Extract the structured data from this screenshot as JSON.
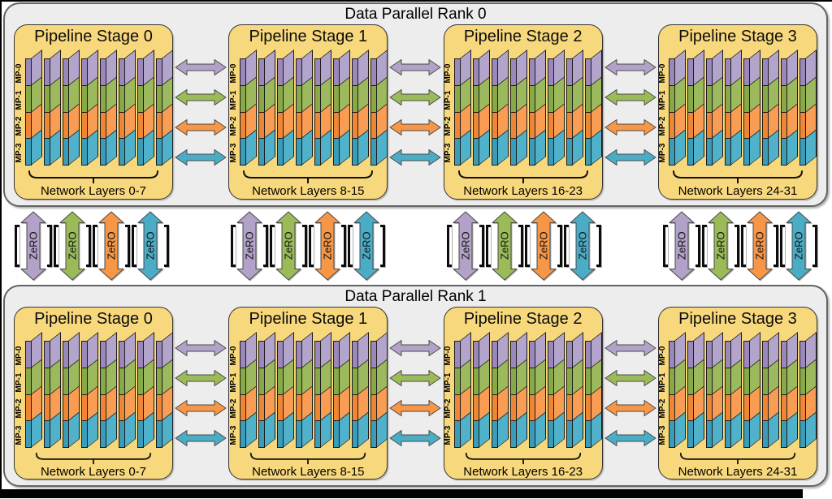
{
  "labels": {
    "zero": "ZeRO"
  },
  "mp_labels": [
    "MP-0",
    "MP-1",
    "MP-2",
    "MP-3"
  ],
  "ranks": [
    {
      "title": "Data Parallel Rank 0",
      "stages": [
        {
          "title": "Pipeline Stage 0",
          "layers_label": "Network Layers 0-7"
        },
        {
          "title": "Pipeline Stage 1",
          "layers_label": "Network Layers 8-15"
        },
        {
          "title": "Pipeline Stage 2",
          "layers_label": "Network Layers 16-23"
        },
        {
          "title": "Pipeline Stage 3",
          "layers_label": "Network Layers 24-31"
        }
      ]
    },
    {
      "title": "Data Parallel Rank 1",
      "stages": [
        {
          "title": "Pipeline Stage 0",
          "layers_label": "Network Layers 0-7"
        },
        {
          "title": "Pipeline Stage 1",
          "layers_label": "Network Layers 8-15"
        },
        {
          "title": "Pipeline Stage 2",
          "layers_label": "Network Layers 16-23"
        },
        {
          "title": "Pipeline Stage 3",
          "layers_label": "Network Layers 24-31"
        }
      ]
    }
  ],
  "slabs_per_stage": 8,
  "band_order": [
    "purple",
    "green",
    "orange",
    "blue"
  ],
  "colors": {
    "arrow": {
      "purple": "#b2a2c7",
      "green": "#9bbb59",
      "orange": "#f79646",
      "blue": "#4bacc6"
    },
    "band_front": {
      "purple": "#9a88bd",
      "green": "#87a948",
      "orange": "#ee8636",
      "blue": "#3a9cb8"
    },
    "band_side": {
      "purple": "#b3a4cc",
      "green": "#9cba5d",
      "orange": "#f89d53",
      "blue": "#50b1cb"
    },
    "stage_bg": "#f8d87c",
    "container_bg": "#ededed",
    "container_border": "#646464",
    "outline": "#1c1c1c"
  }
}
